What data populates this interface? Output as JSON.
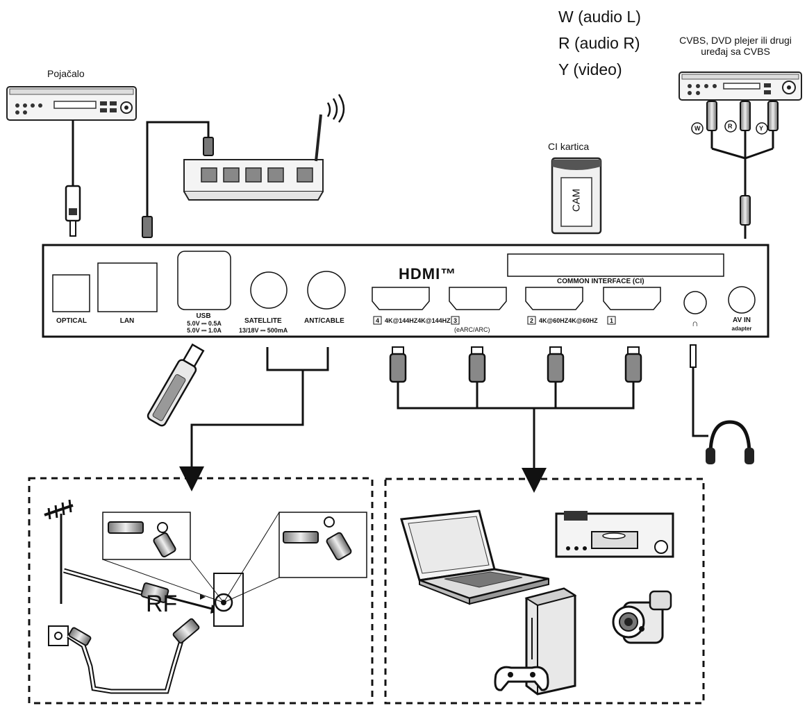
{
  "audio_legend": {
    "w": "W (audio L)",
    "r": "R (audio R)",
    "y": "Y (video)"
  },
  "devices": {
    "amplifier": "Pojačalo",
    "cvbs_line1": "CVBS, DVD plejer ili drugi",
    "cvbs_line2": "uređaj sa CVBS",
    "ci_card": "CI kartica",
    "cam": "CAM"
  },
  "rca_markers": [
    "W",
    "R",
    "Y"
  ],
  "panel": {
    "hdmi_logo": "HDMI™",
    "common_interface": "COMMON INTERFACE (CI)",
    "optical": "OPTICAL",
    "lan": "LAN",
    "usb": "USB",
    "usb_rating_1": "5.0V ⎓ 0.5A",
    "usb_rating_2": "5.0V ⎓ 1.0A",
    "satellite": "SATELLITE",
    "satellite_rating": "13/18V ⎓ 500mA",
    "ant_cable": "ANT/CABLE",
    "hdmi4_num": "4",
    "hdmi4_label": "4K@144HZ4K@144HZ",
    "hdmi3_num": "3",
    "earc": "(eARC/ARC)",
    "hdmi2_num": "2",
    "hdmi2_label": "4K@60HZ4K@60HZ",
    "hdmi1_num": "1",
    "headphone_symbol": "∩",
    "av_in": "AV IN",
    "adapter": "adapter"
  },
  "rf_label": "RF"
}
